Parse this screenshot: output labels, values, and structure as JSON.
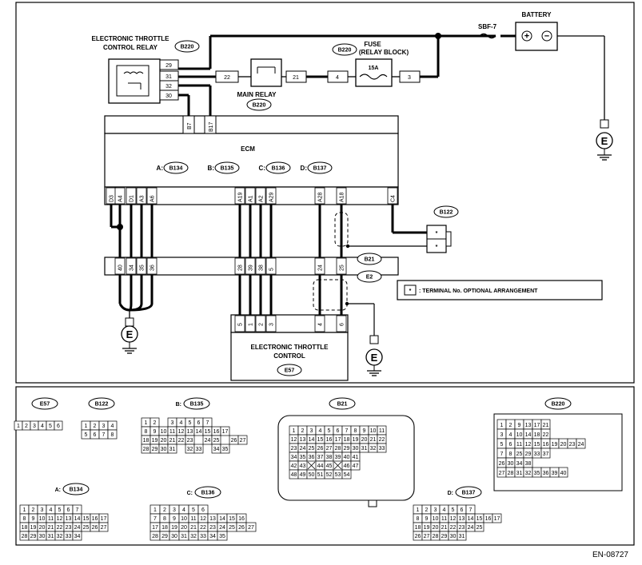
{
  "labels": {
    "battery": "BATTERY",
    "sbf": "SBF-7",
    "fuse": "FUSE",
    "fuse_sub": "(RELAY BLOCK)",
    "fuse_amp": "15A",
    "etcr_line1": "ELECTRONIC THROTTLE",
    "etcr_line2": "CONTROL RELAY",
    "main_relay": "MAIN RELAY",
    "ecm": "ECM",
    "etc_line1": "ELECTRONIC THROTTLE",
    "etc_line2": "CONTROL",
    "optional_note": ": TERMINAL No. OPTIONAL ARRANGEMENT",
    "star": "*",
    "plus": "+",
    "minus": "−",
    "ground": "E",
    "code": "EN-08727"
  },
  "connector_ids": {
    "b220": "B220",
    "b134": "B134",
    "b135": "B135",
    "b136": "B136",
    "b137": "B137",
    "b122": "B122",
    "b21": "B21",
    "e2": "E2",
    "e57": "E57"
  },
  "ecm_legend": {
    "a": "A:",
    "b": "B:",
    "c": "C:",
    "d": "D:"
  },
  "relay_pins": [
    "29",
    "31",
    "32",
    "30"
  ],
  "relay_block_pins": {
    "main_in": "22",
    "main_out": "21",
    "fuse_in": "4",
    "fuse_out": "3"
  },
  "ecm_top_pins": [
    "B7",
    "B17"
  ],
  "ecm_bottom_pins": [
    "D3",
    "A4",
    "D1",
    "A3",
    "A6",
    "A19",
    "A1",
    "A2",
    "A29",
    "A28",
    "A18",
    "C4"
  ],
  "b21_pins": [
    "40",
    "34",
    "35",
    "36",
    "28",
    "39",
    "38",
    "5",
    "24",
    "25"
  ],
  "e57_pins": [
    "5",
    "1",
    "2",
    "3",
    "4",
    "6"
  ],
  "faces": {
    "e57": {
      "title": "E57",
      "rows": [
        [
          "1",
          "2",
          "3",
          "4",
          "5",
          "6"
        ]
      ]
    },
    "b122": {
      "title": "B122",
      "rows": [
        [
          "1",
          "2",
          "3",
          "4"
        ],
        [
          "5",
          "6",
          "7",
          "8"
        ]
      ]
    },
    "b135": {
      "title": "B135",
      "prefix": "B:",
      "rows": [
        [
          "1",
          "2",
          "",
          "3",
          "4",
          "5",
          "6",
          "7"
        ],
        [
          "8",
          "9",
          "10",
          "11",
          "12",
          "13",
          "14",
          "15",
          "16",
          "17"
        ],
        [
          "18",
          "19",
          "20",
          "21",
          "22",
          "23",
          "",
          "24",
          "25",
          "",
          "26",
          "27"
        ],
        [
          "28",
          "29",
          "30",
          "31",
          "",
          "32",
          "33",
          "",
          "34",
          "35"
        ]
      ]
    },
    "b21": {
      "title": "B21",
      "rows": [
        [
          "1",
          "2",
          "3",
          "4",
          "5",
          "6",
          "7",
          "8",
          "9",
          "10",
          "11"
        ],
        [
          "12",
          "13",
          "14",
          "15",
          "16",
          "17",
          "18",
          "19",
          "20",
          "21",
          "22"
        ],
        [
          "23",
          "24",
          "25",
          "26",
          "27",
          "28",
          "29",
          "30",
          "31",
          "32",
          "33"
        ],
        [
          "34",
          "35",
          "36",
          "37",
          "38",
          "39",
          "40",
          "41"
        ],
        [
          "42",
          "43",
          "",
          "44",
          "45",
          "",
          "46",
          "47"
        ],
        [
          "48",
          "49",
          "50",
          "51",
          "52",
          "53",
          "54"
        ]
      ]
    },
    "b220": {
      "title": "B220",
      "rows": [
        [
          "1",
          "2",
          "9",
          "13",
          "17",
          "21"
        ],
        [
          "3",
          "4",
          "10",
          "14",
          "18",
          "22"
        ],
        [
          "5",
          "6",
          "11",
          "12",
          "15",
          "16",
          "19",
          "20",
          "23",
          "24"
        ],
        [
          "7",
          "8",
          "25",
          "29",
          "33",
          "37"
        ],
        [
          "26",
          "30",
          "34",
          "38"
        ],
        [
          "27",
          "28",
          "31",
          "32",
          "35",
          "36",
          "39",
          "40"
        ]
      ]
    },
    "b134": {
      "title": "B134",
      "prefix": "A:",
      "rows": [
        [
          "1",
          "2",
          "3",
          "4",
          "5",
          "6",
          "7"
        ],
        [
          "8",
          "9",
          "10",
          "11",
          "12",
          "13",
          "14",
          "15",
          "16",
          "17"
        ],
        [
          "18",
          "19",
          "20",
          "21",
          "22",
          "23",
          "24",
          "25",
          "26",
          "27"
        ],
        [
          "28",
          "29",
          "30",
          "31",
          "32",
          "33",
          "34"
        ]
      ]
    },
    "b136": {
      "title": "B136",
      "prefix": "C:",
      "rows": [
        [
          "1",
          "2",
          "3",
          "4",
          "5",
          "6"
        ],
        [
          "7",
          "8",
          "9",
          "10",
          "11",
          "12",
          "13",
          "14",
          "15",
          "16"
        ],
        [
          "17",
          "18",
          "19",
          "20",
          "21",
          "22",
          "23",
          "24",
          "25",
          "26",
          "27"
        ],
        [
          "28",
          "29",
          "30",
          "31",
          "32",
          "33",
          "34",
          "35"
        ]
      ]
    },
    "b137": {
      "title": "B137",
      "prefix": "D:",
      "rows": [
        [
          "1",
          "2",
          "3",
          "4",
          "5",
          "6",
          "7"
        ],
        [
          "8",
          "9",
          "10",
          "11",
          "12",
          "13",
          "14",
          "15",
          "16",
          "17"
        ],
        [
          "18",
          "19",
          "20",
          "21",
          "22",
          "23",
          "24",
          "25"
        ],
        [
          "26",
          "27",
          "28",
          "29",
          "30",
          "31"
        ]
      ]
    }
  }
}
